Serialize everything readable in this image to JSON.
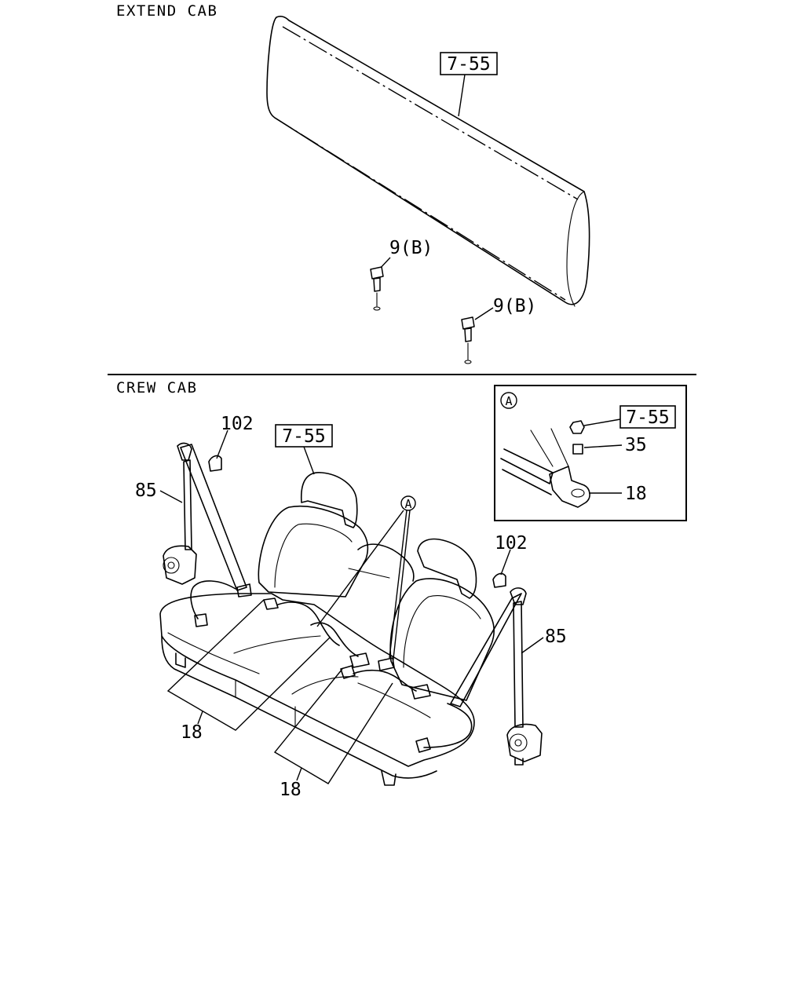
{
  "sections": {
    "extend_cab": "EXTEND CAB",
    "crew_cab": "CREW CAB"
  },
  "extend_cab": {
    "ref_box": "7-55",
    "bolt_left": "9(B)",
    "bolt_right": "9(B)"
  },
  "crew_cab": {
    "ref_box": "7-55",
    "left_cover": "102",
    "left_retractor": "85",
    "right_cover": "102",
    "right_retractor": "85",
    "anchor_left": "18",
    "anchor_center": "18",
    "detail_marker": "A"
  },
  "detail_A": {
    "marker": "A",
    "ref_box": "7-55",
    "spacer": "35",
    "bracket": "18"
  }
}
